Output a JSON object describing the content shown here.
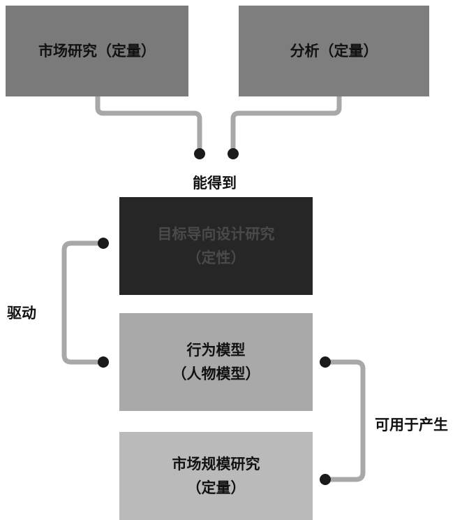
{
  "boxes": {
    "market_research": {
      "line1": "市场研究（定量）"
    },
    "analysis": {
      "line1": "分析（定量）"
    },
    "goal_design": {
      "line1": "目标导向设计研究",
      "line2": "（定性）"
    },
    "behavior_model": {
      "line1": "行为模型",
      "line2": "（人物模型）"
    },
    "market_size": {
      "line1": "市场规模研究",
      "line2": "（定量）"
    }
  },
  "labels": {
    "can_get": "能得到",
    "drive": "驱动",
    "can_generate": "可用于产生"
  },
  "colors": {
    "connector": "#a8a8a8",
    "dot": "#1a1a1a"
  }
}
